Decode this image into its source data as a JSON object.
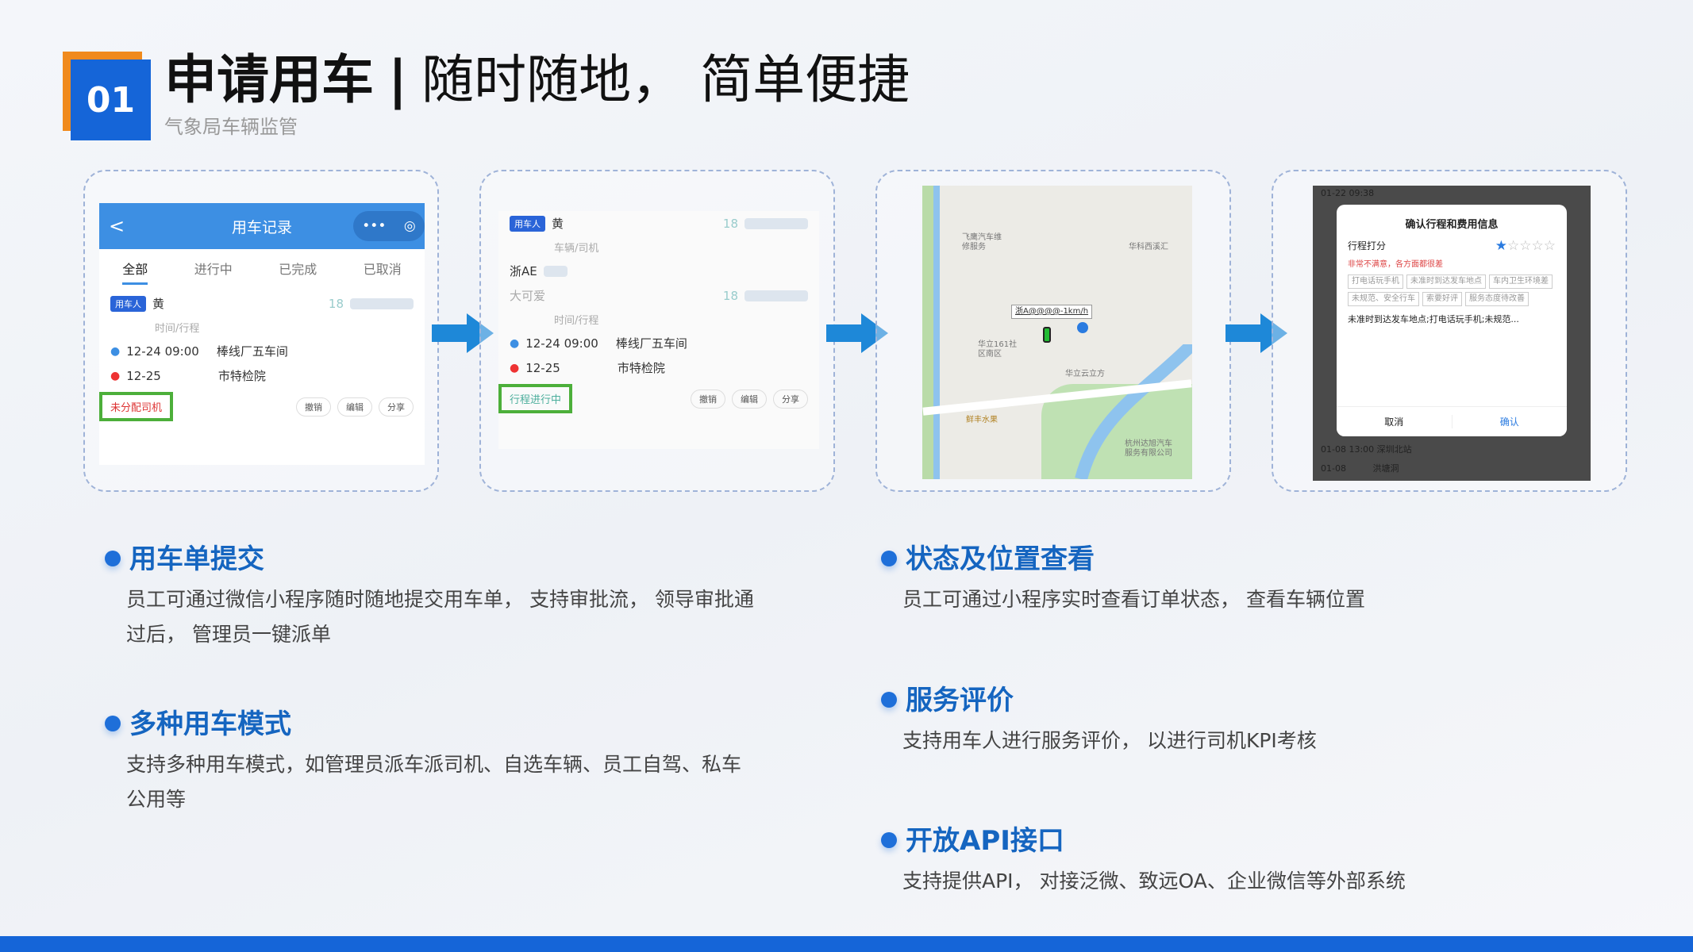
{
  "header": {
    "badge": "01",
    "title_bold": "申请用车",
    "separator": "|",
    "title_rest": "随时随地， 简单便捷",
    "subtitle": "气象局车辆监管"
  },
  "screens": {
    "s1": {
      "nav_title": "用车记录",
      "back": "<",
      "more": "•••",
      "tabs": [
        "全部",
        "进行中",
        "已完成",
        "已取消"
      ],
      "tag": "用车人",
      "name": "黄",
      "phone": "18",
      "section": "时间/行程",
      "start_time": "12-24 09:00",
      "start_place": "棒线厂五车间",
      "end_date": "12-25",
      "end_place": "市特检院",
      "status": "未分配司机",
      "actions": [
        "撤销",
        "编辑",
        "分享"
      ]
    },
    "s2": {
      "tag": "用车人",
      "name": "黄",
      "phone": "18",
      "section_vehicle": "车辆/司机",
      "plate": "浙AE",
      "driver": "大可爱",
      "phone2": "18",
      "section": "时间/行程",
      "start_time": "12-24 09:00",
      "start_place": "棒线厂五车间",
      "end_date": "12-25",
      "end_place": "市特检院",
      "status": "行程进行中",
      "actions": [
        "撤销",
        "编辑",
        "分享"
      ]
    },
    "s3": {
      "vehicle_label": "浙A@@@@-1km/h",
      "pois": [
        "飞鹰汽车维修服务",
        "华科西溪汇",
        "华立161社区南区",
        "华立云立方",
        "鲜丰水果",
        "杭州达旭汽车服务有限公司"
      ]
    },
    "s4": {
      "bg_top": "01-22 09:38",
      "dialog_title": "确认行程和费用信息",
      "rating_label": "行程打分",
      "rating": 1,
      "rating_max": 5,
      "rating_text": "非常不满意，各方面都很差",
      "chips": [
        "打电话玩手机",
        "未准时到达发车地点",
        "车内卫生环境差",
        "未规范、安全行车",
        "索要好评",
        "服务态度待改善"
      ],
      "comment": "未准时到达发车地点;打电话玩手机;未规范...",
      "cancel": "取消",
      "confirm": "确认",
      "bg_row1": "01-08 13:00",
      "bg_place1": "深圳北站",
      "bg_row2": "01-08",
      "bg_place2": "洪塘洞"
    }
  },
  "features": [
    {
      "title": "用车单提交",
      "desc": [
        "员工可通过微信小程序随时随地提交用车单， 支持审批流， 领导审批通",
        "过后， 管理员一键派单"
      ]
    },
    {
      "title": "多种用车模式",
      "desc": [
        "支持多种用车模式，如管理员派车派司机、自选车辆、员工自驾、私车",
        "公用等"
      ]
    },
    {
      "title": "状态及位置查看",
      "desc": [
        "员工可通过小程序实时查看订单状态， 查看车辆位置"
      ]
    },
    {
      "title": "服务评价",
      "desc": [
        "支持用车人进行服务评价， 以进行司机KPI考核"
      ]
    },
    {
      "title": "开放API接口",
      "desc": [
        "支持提供API， 对接泛微、致远OA、企业微信等外部系统"
      ]
    }
  ],
  "colors": {
    "accent": "#1565d8",
    "orange": "#f08a1c",
    "highlight": "#4caf3a"
  }
}
